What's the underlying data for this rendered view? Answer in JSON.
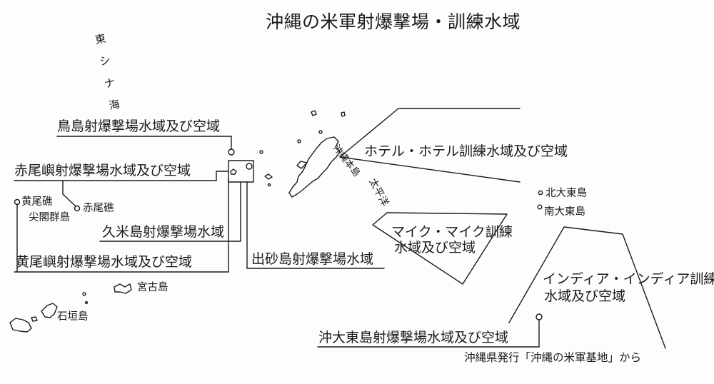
{
  "title": "沖縄の米軍射爆撃場・訓練水域",
  "sea_labels": {
    "east_china_sea": [
      "東",
      "シ",
      "ナ",
      "海"
    ],
    "pacific_ocean": "太平洋",
    "okinawa_main": "沖縄本島"
  },
  "zones": {
    "torishima": "鳥島射爆撃場水域及び空域",
    "sekibisho": "赤尾嶼射爆撃場水域及び空域",
    "kume": "久米島射爆撃場水域",
    "kobisho": "黄尾嶼射爆撃場水域及び空域",
    "idesuna": "出砂島射爆撃場水域",
    "hotel": "ホテル・ホテル訓練水域及び空域",
    "mike_line1": "マイク・マイク訓練",
    "mike_line2": "水域及び空域",
    "india_line1": "インディア・インディア訓練",
    "india_line2": "水域及び空域",
    "okidaito": "沖大東島射爆撃場水域及び空域"
  },
  "places": {
    "kobi": "黄尾礁",
    "sekibi": "赤尾礁",
    "senkaku": "尖閣群島",
    "kita_daito": "北大東島",
    "minami_daito": "南大東島",
    "miyako": "宮古島",
    "ishigaki": "石垣島"
  },
  "source": "沖縄県発行「沖縄の米軍基地」から"
}
